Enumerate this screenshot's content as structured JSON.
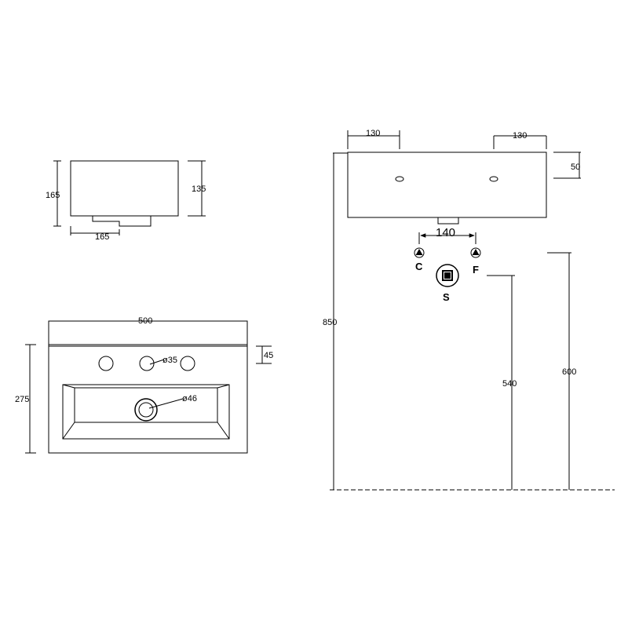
{
  "side_view": {
    "height_left": "165",
    "height_right": "135",
    "depth_bottom": "165"
  },
  "top_view": {
    "width": "500",
    "depth": "275",
    "ledge": "45",
    "tap_hole": "ø35",
    "waste_hole": "ø46"
  },
  "front_view": {
    "tap_offset_left": "130",
    "tap_offset_right": "130",
    "rim_height": "50",
    "waste_spacing": "140",
    "total_height": "850",
    "waste_height": "540",
    "supply_height": "600",
    "cold_label": "C",
    "hot_label": "F",
    "waste_label": "S"
  }
}
